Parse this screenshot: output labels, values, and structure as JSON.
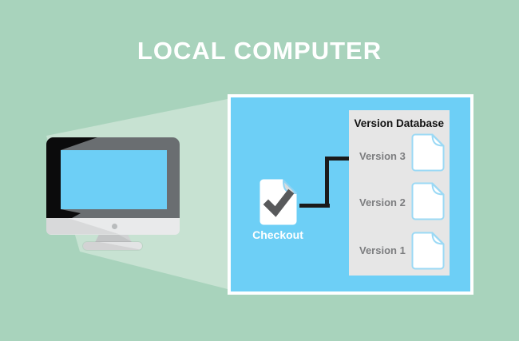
{
  "title": "LOCAL COMPUTER",
  "computer": {
    "icon": "imac-monitor-icon",
    "screen_color": "#6dcff6",
    "bezel_color": "#6a6e71"
  },
  "beam": {
    "color": "#c7e2d2"
  },
  "workspace": {
    "background": "#6dcff6",
    "border_color": "#ffffff",
    "checkout": {
      "label": "Checkout",
      "icon": "document-checkmark-icon",
      "check_color": "#58595b"
    },
    "connector": {
      "color": "#1a1a1a",
      "from": "Checkout",
      "to": "Version 3"
    },
    "version_database": {
      "title": "Version Database",
      "background": "#e6e6e6",
      "entries": [
        {
          "label": "Version 3",
          "icon": "document-icon"
        },
        {
          "label": "Version 2",
          "icon": "document-icon"
        },
        {
          "label": "Version 1",
          "icon": "document-icon"
        }
      ]
    }
  },
  "colors": {
    "page_background": "#a8d3bc",
    "title_text": "#ffffff",
    "version_label_text": "#7d7e80",
    "document_border": "#9bd9f5"
  }
}
